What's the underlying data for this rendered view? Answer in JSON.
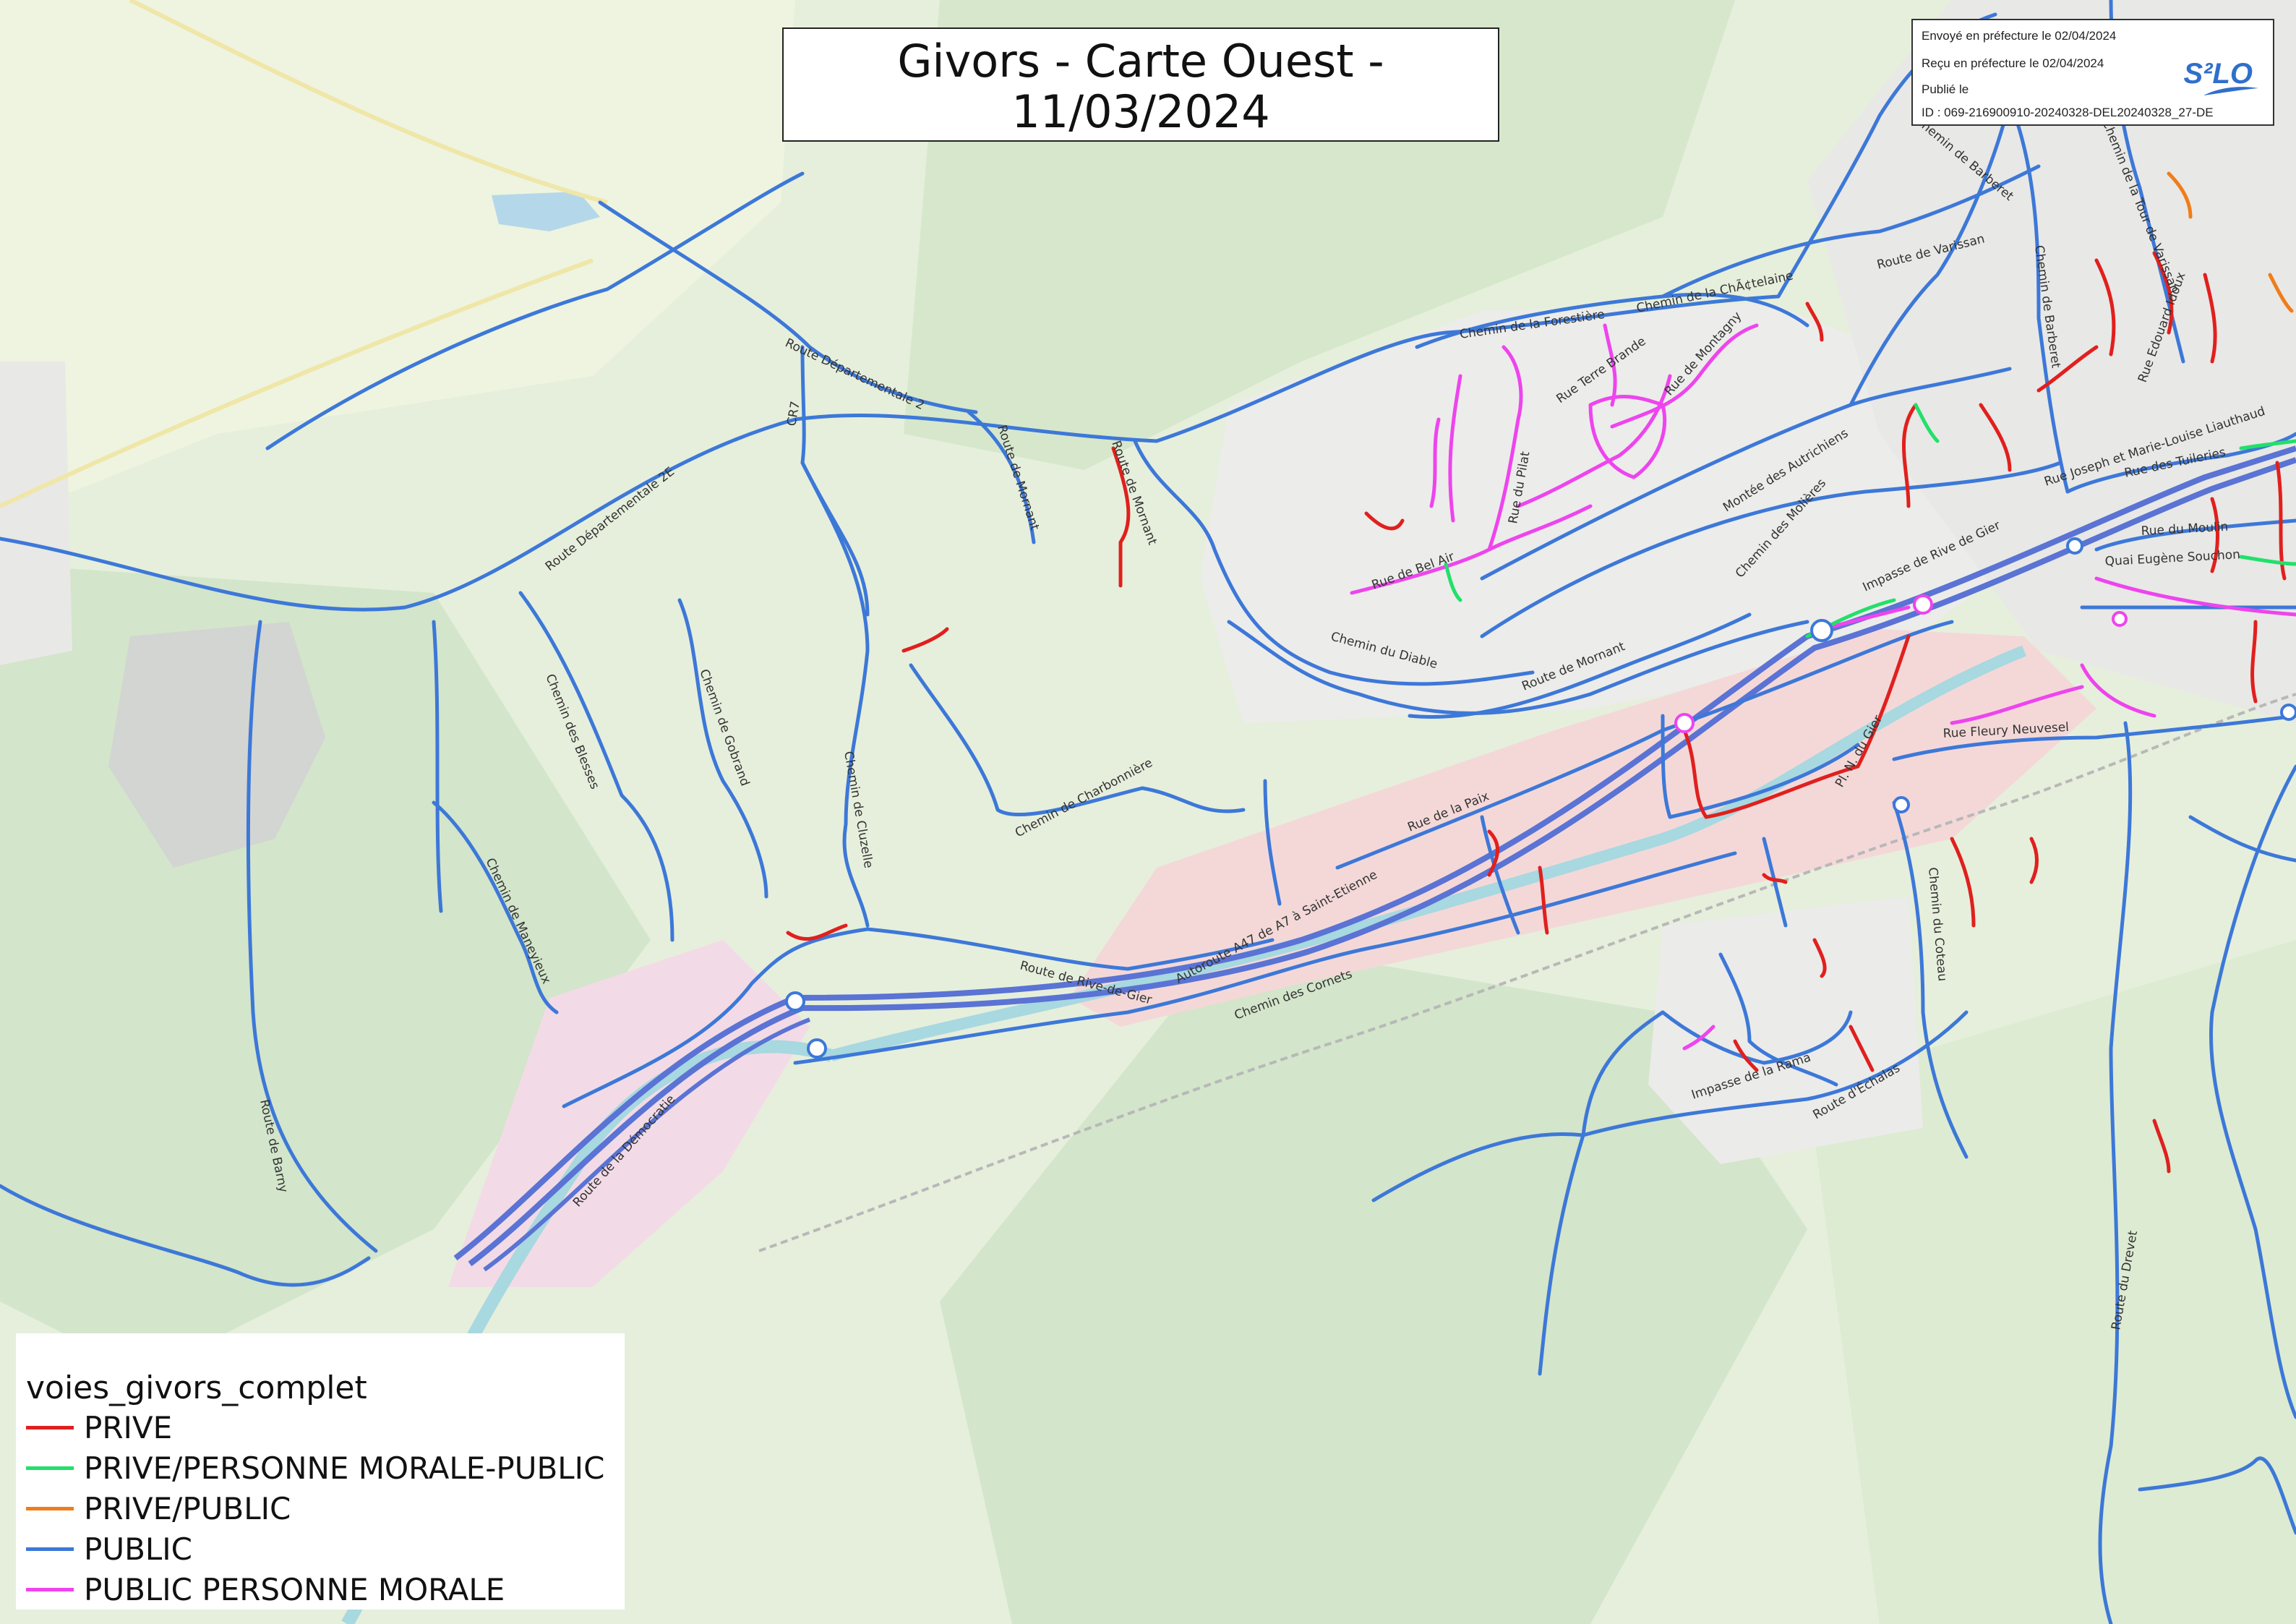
{
  "map": {
    "title_line1": "Givors - Carte Ouest -",
    "title_line2": "11/03/2024",
    "colors": {
      "PRIVE": "#e0201e",
      "PRIVE_PM_PUBLIC": "#22e06a",
      "PRIVE_PUBLIC": "#f07d1a",
      "PUBLIC": "#3d78d8",
      "PUBLIC_PM": "#ee44ee",
      "motorway": "#5a73d4"
    }
  },
  "stamp": {
    "envoye": "Envoyé en préfecture le 02/04/2024",
    "recu": "Reçu en préfecture le 02/04/2024",
    "publie": "Publié le",
    "id": "ID : 069-216900910-20240328-DEL20240328_27-DE",
    "logo": "S²LO"
  },
  "legend": {
    "title": "voies_givors_complet",
    "items": [
      {
        "label": "PRIVE",
        "color": "#e0201e"
      },
      {
        "label": "PRIVE/PERSONNE MORALE-PUBLIC",
        "color": "#22e06a"
      },
      {
        "label": "PRIVE/PUBLIC",
        "color": "#f07d1a"
      },
      {
        "label": "PUBLIC",
        "color": "#3d78d8"
      },
      {
        "label": "PUBLIC PERSONNE MORALE",
        "color": "#ee44ee"
      }
    ]
  },
  "roads": {
    "r01": "Route Départementale 2",
    "r02": "Route Départementale 2E",
    "r03": "CR7",
    "r04": "Route de Mornant",
    "r05": "Route de Mornant",
    "r06": "Chemin des Blesses",
    "r07": "Chemin de Gobrand",
    "r08": "Chemin de Cluzelle",
    "r09": "Chemin de Charbonnière",
    "r10": "Chemin de Maneyieux",
    "r11": "Route de Barny",
    "r12": "Route de la Démocratie",
    "r13": "Route de Rive-de-Gier",
    "r14": "Autoroute A47 de A7 à Saint-Etienne",
    "r15": "Rue de la Paix",
    "r16": "Chemin des Cornets",
    "r17": "Chemin du Diable",
    "r18": "Route de Mornant",
    "r19": "Rue de Bel Air",
    "r20": "Rue du Pilat",
    "r21": "Rue Terre Brande",
    "r22": "Chemin de la Forestière",
    "r23": "Chemin de la ChÃ¢telaine",
    "r24": "Rue de Montagny",
    "r25": "Montée des Autrichiens",
    "r26": "Chemin des Molières",
    "r27": "Impasse de Rive de Gier",
    "r28": "Pl. N. du Gier",
    "r29": "Rue Fleury Neuvesel",
    "r30": "Chemin du Coteau",
    "r31": "Impasse de la Rama",
    "r32": "Route d'Échalas",
    "r33": "Route du Drevet",
    "r34": "Quai Eugène Souchon",
    "r35": "Rue du Moulin",
    "r36": "Rue des Tuileries",
    "r37": "Rue Joseph et Marie-Louise Liauthaud",
    "r38": "Rue Edouard Idoux",
    "r39": "Chemin de Barberet",
    "r40": "Chemin de Barberet",
    "r41": "Route de Varissan",
    "r42": "Chemin de la Tour de Varissan"
  }
}
